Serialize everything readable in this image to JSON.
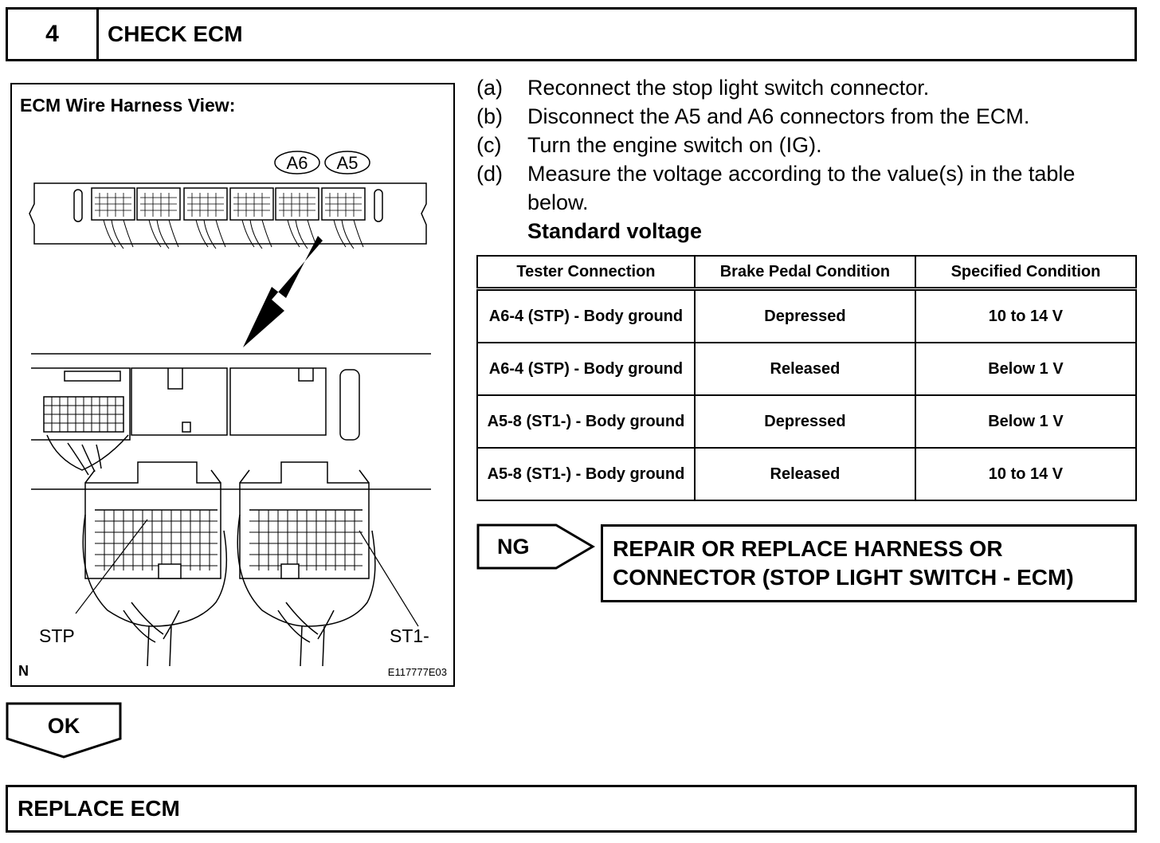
{
  "header": {
    "step_number": "4",
    "title": "CHECK ECM"
  },
  "figure": {
    "title": "ECM Wire Harness View:",
    "connector_a6": "A6",
    "connector_a5": "A5",
    "label_stp": "STP",
    "label_st1": "ST1-",
    "corner_mark": "N",
    "figure_id": "E117777E03"
  },
  "steps": [
    {
      "label": "(a)",
      "text": "Reconnect the stop light switch connector."
    },
    {
      "label": "(b)",
      "text": "Disconnect the A5 and A6 connectors from the ECM."
    },
    {
      "label": "(c)",
      "text": "Turn the engine switch on (IG)."
    },
    {
      "label": "(d)",
      "text": "Measure the voltage according to the value(s) in the table below."
    }
  ],
  "standard_voltage_label": "Standard voltage",
  "table": {
    "headers": [
      "Tester Connection",
      "Brake Pedal Condition",
      "Specified Condition"
    ],
    "rows": [
      [
        "A6-4 (STP) - Body ground",
        "Depressed",
        "10 to 14 V"
      ],
      [
        "A6-4 (STP) - Body ground",
        "Released",
        "Below 1 V"
      ],
      [
        "A5-8 (ST1-) - Body ground",
        "Depressed",
        "Below 1 V"
      ],
      [
        "A5-8 (ST1-) - Body ground",
        "Released",
        "10 to 14 V"
      ]
    ]
  },
  "ng": {
    "label": "NG",
    "result_line1": "REPAIR OR REPLACE HARNESS OR",
    "result_line2": "CONNECTOR (STOP LIGHT SWITCH - ECM)"
  },
  "ok": {
    "label": "OK"
  },
  "footer": {
    "result": "REPLACE ECM"
  }
}
